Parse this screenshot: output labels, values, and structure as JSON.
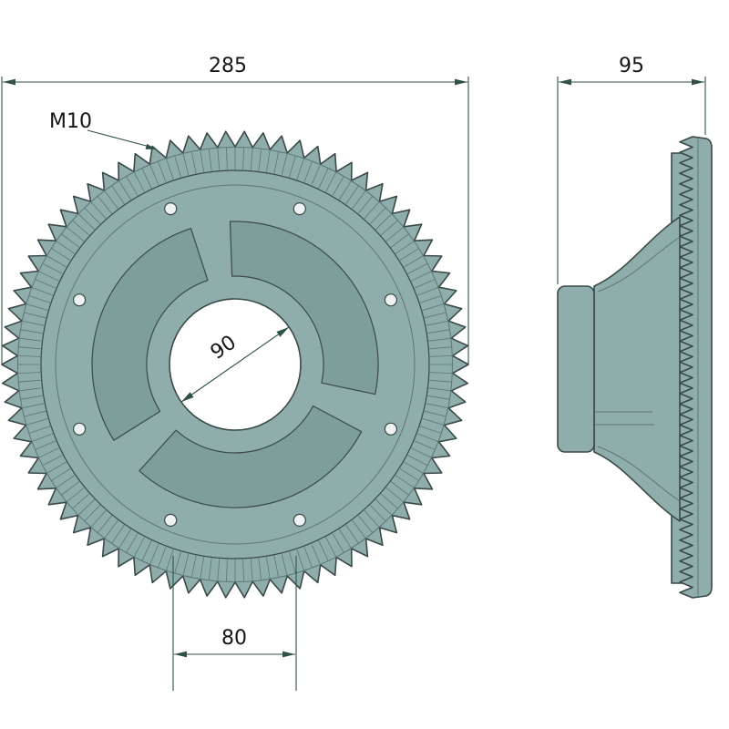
{
  "drawing": {
    "kind": "technical-drawing",
    "part": "gear-wheel",
    "views": {
      "front": {
        "label": "front-view"
      },
      "side": {
        "label": "side-view"
      }
    },
    "dimensions": {
      "overall_diameter": "285",
      "overall_width": "95",
      "bore_diameter": "90",
      "hub_width": "80",
      "thread_callout": "M10"
    },
    "colors": {
      "background": "#ffffff",
      "body": "#8fadaa",
      "body_dark": "#7d9e9a",
      "hole": "#eef3f2",
      "outline": "#3a4949",
      "line_thin": "#5c7673",
      "dimension": "#2f5147",
      "text": "#161616"
    }
  }
}
